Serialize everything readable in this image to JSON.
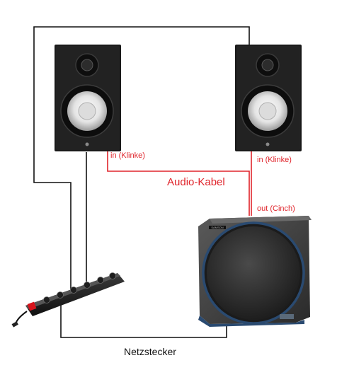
{
  "labels": {
    "left_input": "in (Klinke)",
    "right_input": "in (Klinke)",
    "audio_cable": "Audio-Kabel",
    "sub_output": "out (Cinch)",
    "power_plug": "Netzstecker"
  },
  "colors": {
    "power_wire": "#111111",
    "audio_wire": "#e0242b",
    "speaker_body": "#1a1a1a",
    "subwoofer_body": "#3a3a3a",
    "woofer_cone": "#e8e8e8"
  },
  "icons": {
    "speaker": "studio-monitor-icon",
    "subwoofer": "subwoofer-icon",
    "power_strip": "power-strip-icon"
  },
  "logos": {
    "subwoofer_brand": "SAMSON"
  }
}
